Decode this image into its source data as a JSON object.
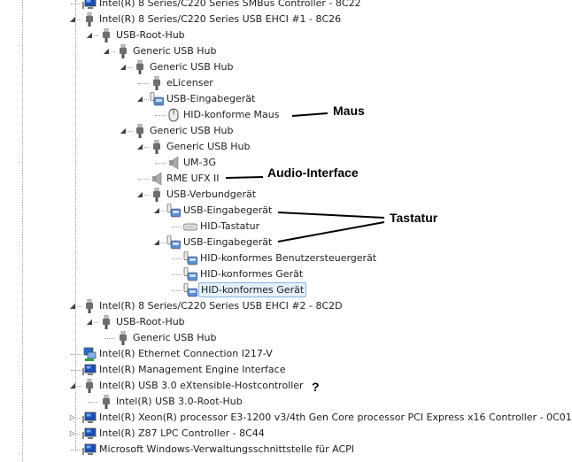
{
  "tree": [
    {
      "label": "Intel(R) 8 Series/C220 Series SMBus Controller - 8C22",
      "level": 0,
      "icon": "computer-icon",
      "state": "leaf"
    },
    {
      "label": "Intel(R) 8 Series/C220 Series USB EHCI #1 - 8C26",
      "level": 0,
      "icon": "usb-plug-icon",
      "state": "expanded"
    },
    {
      "label": "USB-Root-Hub",
      "level": 1,
      "icon": "usb-plug-icon",
      "state": "expanded"
    },
    {
      "label": "Generic USB Hub",
      "level": 2,
      "icon": "usb-plug-icon",
      "state": "expanded"
    },
    {
      "label": "Generic USB Hub",
      "level": 3,
      "icon": "usb-plug-icon",
      "state": "expanded"
    },
    {
      "label": "eLicenser",
      "level": 4,
      "icon": "usb-plug-icon",
      "state": "leaf"
    },
    {
      "label": "USB-Eingabegerät",
      "level": 4,
      "icon": "hid-device-icon",
      "state": "expanded"
    },
    {
      "label": "HID-konforme Maus",
      "level": 5,
      "icon": "mouse-icon",
      "state": "leaf"
    },
    {
      "label": "Generic USB Hub",
      "level": 3,
      "icon": "usb-plug-icon",
      "state": "expanded"
    },
    {
      "label": "Generic USB Hub",
      "level": 4,
      "icon": "usb-plug-icon",
      "state": "expanded"
    },
    {
      "label": "UM-3G",
      "level": 5,
      "icon": "speaker-icon",
      "state": "leaf"
    },
    {
      "label": "RME UFX II",
      "level": 4,
      "icon": "speaker-icon",
      "state": "leaf"
    },
    {
      "label": "USB-Verbundgerät",
      "level": 4,
      "icon": "usb-plug-icon",
      "state": "expanded"
    },
    {
      "label": "USB-Eingabegerät",
      "level": 5,
      "icon": "hid-device-icon",
      "state": "expanded"
    },
    {
      "label": "HID-Tastatur",
      "level": 6,
      "icon": "keyboard-icon",
      "state": "leaf"
    },
    {
      "label": "USB-Eingabegerät",
      "level": 5,
      "icon": "hid-device-icon",
      "state": "expanded"
    },
    {
      "label": "HID-konformes Benutzersteuergerät",
      "level": 6,
      "icon": "hid-device-icon",
      "state": "leaf"
    },
    {
      "label": "HID-konformes Gerät",
      "level": 6,
      "icon": "hid-device-icon",
      "state": "leaf"
    },
    {
      "label": "HID-konformes Gerät",
      "level": 6,
      "icon": "hid-device-icon",
      "state": "leaf",
      "selected": true
    },
    {
      "label": "Intel(R) 8 Series/C220 Series USB EHCI #2 - 8C2D",
      "level": 0,
      "icon": "usb-plug-icon",
      "state": "expanded"
    },
    {
      "label": "USB-Root-Hub",
      "level": 1,
      "icon": "usb-plug-icon",
      "state": "expanded"
    },
    {
      "label": "Generic USB Hub",
      "level": 2,
      "icon": "usb-plug-icon",
      "state": "leaf"
    },
    {
      "label": "Intel(R) Ethernet Connection I217-V",
      "level": 0,
      "icon": "network-icon",
      "state": "leaf"
    },
    {
      "label": "Intel(R) Management Engine Interface",
      "level": 0,
      "icon": "computer-icon",
      "state": "leaf"
    },
    {
      "label": "Intel(R) USB 3.0 eXtensible-Hostcontroller",
      "level": 0,
      "icon": "usb-plug-icon",
      "state": "expanded"
    },
    {
      "label": "Intel(R) USB 3.0-Root-Hub",
      "level": 1,
      "icon": "usb-plug-icon",
      "state": "leaf"
    },
    {
      "label": "Intel(R) Xeon(R) processor E3-1200 v3/4th Gen Core processor PCI Express x16 Controller - 0C01",
      "level": 0,
      "icon": "computer-icon",
      "state": "collapsed"
    },
    {
      "label": "Intel(R) Z87 LPC Controller - 8C44",
      "level": 0,
      "icon": "computer-icon",
      "state": "collapsed"
    },
    {
      "label": "Microsoft Windows-Verwaltungsschnittstelle für ACPI",
      "level": 0,
      "icon": "computer-icon",
      "state": "leaf"
    }
  ],
  "annotations": {
    "maus": "Maus",
    "audio": "Audio-Interface",
    "tastatur": "Tastatur",
    "question": "?"
  },
  "colors": {
    "selection_bg": "#e4f0fb",
    "selection_border": "#86b4e4"
  }
}
